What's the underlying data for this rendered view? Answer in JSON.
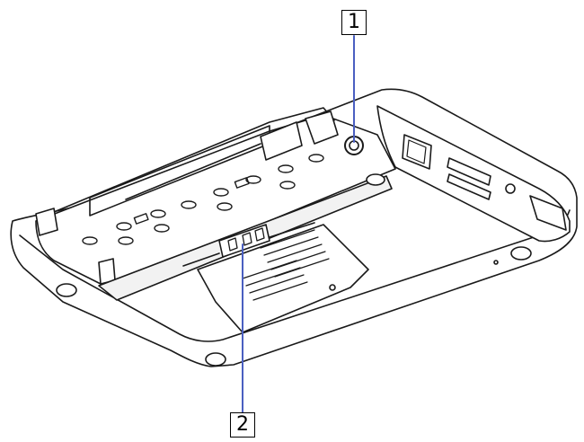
{
  "callouts": [
    {
      "label": "1",
      "target": "security-slot"
    },
    {
      "label": "2",
      "target": "battery-release-latch"
    }
  ],
  "colors": {
    "leader_line": "#4a5fc1",
    "outline": "#1a1a1a",
    "body_fill": "#ffffff",
    "recess_fill": "#f2f2f2",
    "box_border": "#000000"
  }
}
